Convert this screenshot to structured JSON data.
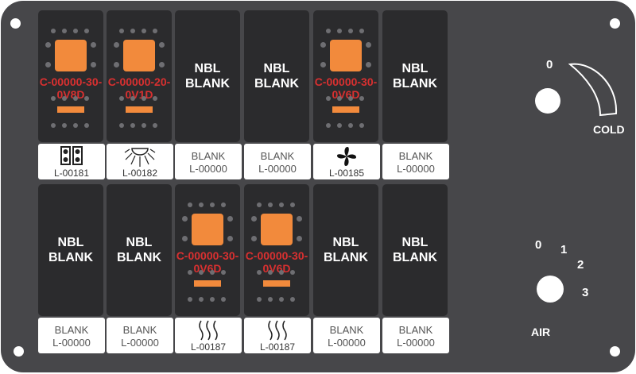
{
  "switch_text": {
    "nbl": "NBL",
    "blank": "BLANK"
  },
  "top_row": {
    "switches": [
      {
        "code": [
          "C-00000-30-",
          "0V8D"
        ]
      },
      {
        "code": [
          "C-00000-20-",
          "0V1D"
        ]
      },
      {},
      {},
      {
        "code": [
          "C-00000-30-",
          "0V6D"
        ]
      },
      {}
    ],
    "labels": [
      {
        "icon": "double-door-icon",
        "code": "L-00181"
      },
      {
        "icon": "dome-light-icon",
        "code": "L-00182"
      },
      {
        "line1": "BLANK",
        "line2": "L-00000"
      },
      {
        "line1": "BLANK",
        "line2": "L-00000"
      },
      {
        "icon": "fan-icon",
        "code": "L-00185"
      },
      {
        "line1": "BLANK",
        "line2": "L-00000"
      }
    ]
  },
  "bottom_row": {
    "switches": [
      {},
      {},
      {
        "code": [
          "C-00000-30-",
          "0V6D"
        ]
      },
      {
        "code": [
          "C-00000-30-",
          "0V6D"
        ]
      },
      {},
      {}
    ],
    "labels": [
      {
        "line1": "BLANK",
        "line2": "L-00000"
      },
      {
        "line1": "BLANK",
        "line2": "L-00000"
      },
      {
        "icon": "heat-waves-icon",
        "code": "L-00187"
      },
      {
        "icon": "heat-waves-icon",
        "code": "L-00187"
      },
      {
        "line1": "BLANK",
        "line2": "L-00000"
      },
      {
        "line1": "BLANK",
        "line2": "L-00000"
      }
    ]
  },
  "temperature_knob": {
    "position_label": "0",
    "label": "COLD"
  },
  "air_knob": {
    "positions": [
      "0",
      "1",
      "2",
      "3"
    ],
    "label": "AIR"
  },
  "colors": {
    "panel": "#47474a",
    "switch": "#2b2b2d",
    "accent": "#f28a3c",
    "code_text": "#d93030"
  }
}
